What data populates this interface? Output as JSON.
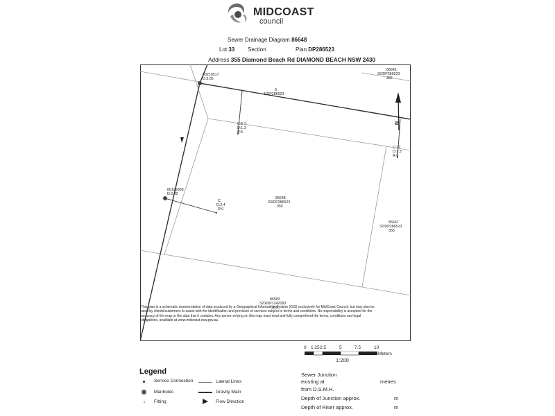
{
  "header": {
    "logo_name": "MIDCOAST",
    "logo_sub": "council",
    "diagram_label": "Sewer Drainage Diagram",
    "diagram_number": "86648",
    "lot_label": "Lot",
    "lot_value": "33",
    "section_label": "Section",
    "plan_label": "Plan",
    "plan_value": "DP286523",
    "address_label": "Address",
    "address_value": "355 Diamond Beach Rd DIAMOND BEACH NSW 2430"
  },
  "map": {
    "lot_86641": [
      "86641",
      "26/DP286523",
      "355"
    ],
    "road_0": [
      "0",
      "1/DP286523"
    ],
    "manhole_top": [
      "80210517",
      "D:3.05"
    ],
    "junction_top": [
      "C:5.7",
      "D:1.3",
      "R:6"
    ],
    "junction_right": [
      "C:27",
      "D:1.3",
      "R:6"
    ],
    "manhole_left": [
      "80125908",
      "D:2.42"
    ],
    "junction_left": [
      "C:",
      "D:2.4",
      "R:0"
    ],
    "lot_86648": [
      "86648",
      "33/DP286523",
      "355"
    ],
    "lot_86647": [
      "86647",
      "32/DP286523",
      "355"
    ],
    "lot_86583": [
      "86583",
      "320/DP1242093",
      "355"
    ],
    "north_label": "N"
  },
  "disclaimer": "This plan is a schematic representation of data produced by a Geographical Information System (GIS) exclusively for MidCoast Council, but may also be used by clients/customers to assist with the identification and provision of services subject to terms and conditions. No responsibility is accepted for the accuracy of the map or the data that it contains. Any person relying on this map must read and fully comprehend the terms, conditions and legal obligations, available at www.midcoast.nsw.gov.au",
  "scale": {
    "ticks": [
      "0",
      "1.25",
      "2.5",
      "5",
      "7.5",
      "10"
    ],
    "units": "Meters",
    "ratio": "1:200"
  },
  "legend": {
    "title": "Legend",
    "service_connection": "Service Connection",
    "manholes": "Manholes",
    "fitting": "Fitting",
    "lateral_lines": "Lateral Lines",
    "gravity_main": "Gravity Main",
    "flow_direction": "Flow Direction"
  },
  "info": {
    "sewer_junction": "Sewer Junction",
    "existing_at": "existing at",
    "from_dsmh": "from D.S.M.H.",
    "metres": "metres",
    "depth_junction": "Depth of Junction approx.",
    "depth_riser": "Depth of Riser approx.",
    "m1": "m",
    "m2": "m"
  }
}
